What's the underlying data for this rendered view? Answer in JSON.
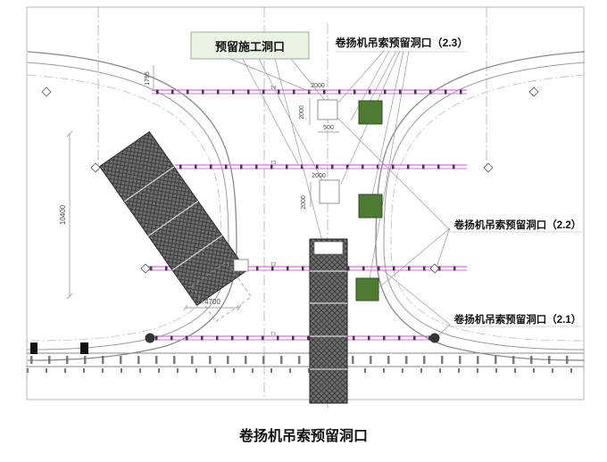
{
  "title": "卷扬机吊索预留洞口",
  "labels": {
    "construction_opening": "预留施工洞口",
    "opening_2_3": "卷扬机吊索预留洞口（2.3）",
    "opening_2_2": "卷扬机吊索预留洞口（2.2）",
    "opening_2_1": "卷扬机吊索预留洞口（2.1）"
  },
  "dimensions": {
    "v1795": "1795",
    "top_2000_w": "2000",
    "top_2000_h": "2000",
    "top_500": "500",
    "mid_2000_w": "2000",
    "mid_2000_h": "2000",
    "ramp_4700": "4700",
    "left_10400": "10400"
  },
  "axis": {
    "t4": "T4",
    "t3": "T3",
    "t2": "T2",
    "t1": "T1"
  },
  "colors": {
    "track_pink": "#e06adf",
    "tick_dark": "#44364f",
    "opening_green": "#4e7b32",
    "opening_green_border": "#2f4d1e",
    "label_box_green": "#eaf3e4",
    "node_dark": "#333333"
  }
}
